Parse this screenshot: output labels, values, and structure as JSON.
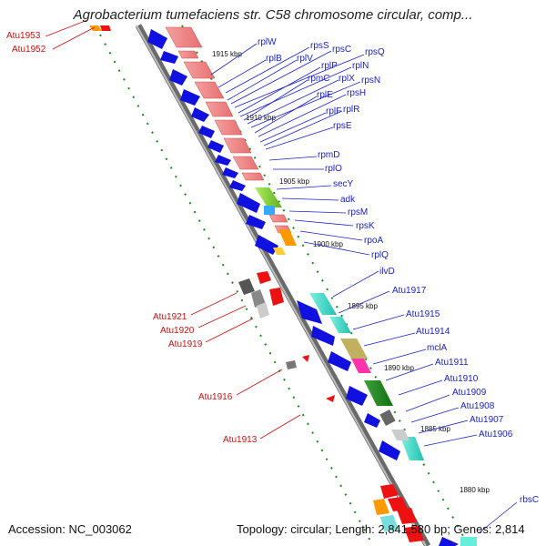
{
  "header": {
    "title": "Agrobacterium tumefaciens str. C58 chromosome circular, comp..."
  },
  "footer": {
    "accession": "Accession: NC_003062",
    "topology": "Topology: circular; Length: 2,841,580 bp; Genes: 2,814"
  },
  "ticks": [
    "1915 kbp",
    "1910 kbp",
    "1905 kbp",
    "1900 kbp",
    "1895 kbp",
    "1890 kbp",
    "1885 kbp",
    "1880 kbp"
  ],
  "genes_blue": [
    "rplW",
    "rplB",
    "rpsS",
    "rplV",
    "rpsC",
    "rpsQ",
    "rplP",
    "rplN",
    "rpmC",
    "rplX",
    "rpsN",
    "rplE",
    "rpsH",
    "rplF",
    "rplR",
    "rpsE",
    "rpmD",
    "rplO",
    "secY",
    "adk",
    "rpsM",
    "rpsK",
    "rpoA",
    "rplQ",
    "ilvD",
    "Atu1917",
    "Atu1915",
    "Atu1914",
    "mclA",
    "Atu1911",
    "Atu1910",
    "Atu1909",
    "Atu1908",
    "Atu1907",
    "Atu1906",
    "rbsC"
  ],
  "genes_red": [
    "Atu1953",
    "Atu1952",
    "Atu1921",
    "Atu1920",
    "Atu1919",
    "Atu1916",
    "Atu1913"
  ],
  "colors": {
    "backbone": "#8c8c8c",
    "blue_label": "#1a22cc",
    "red_label": "#cc1111",
    "forward_gene": "#1010e0",
    "reverse_gene": "#ee1111",
    "tick_dot": "#1a8a1a"
  }
}
